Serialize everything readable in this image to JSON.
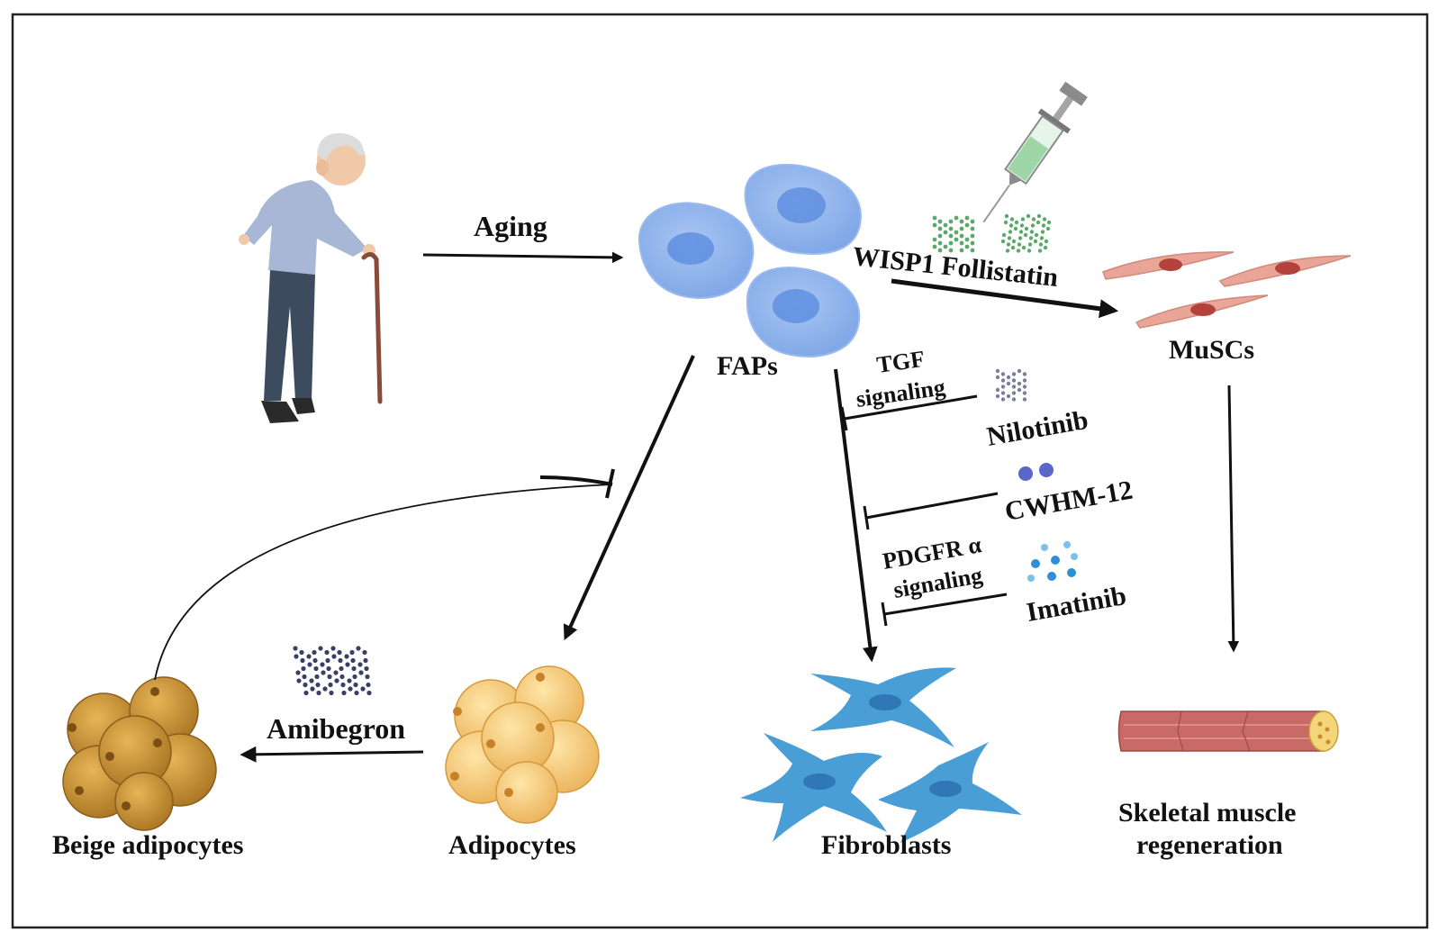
{
  "labels": {
    "aging": "Aging",
    "faps": "FAPs",
    "wisp1_follistatin": "WISP1 Follistatin",
    "muscs": "MuSCs",
    "tgf_line1": "TGF",
    "tgf_line2": "signaling",
    "nilotinib": "Nilotinib",
    "cwhm12": "CWHM-12",
    "pdgfr_line1": "PDGFR α",
    "pdgfr_line2": "signaling",
    "imatinib": "Imatinib",
    "amibegron": "Amibegron",
    "beige_adipocytes": "Beige adipocytes",
    "adipocytes": "Adipocytes",
    "fibroblasts": "Fibroblasts",
    "skeletal_line1": "Skeletal muscle",
    "skeletal_line2": "regeneration"
  },
  "colors": {
    "frame": "#222222",
    "arrow": "#111111",
    "fap_cell": "#8fb4ec",
    "fap_nucleus": "#5f8fe0",
    "musc_cell": "#e8a598",
    "musc_nucleus": "#b3433a",
    "fibroblast": "#4a9ed6",
    "fibroblast_nucleus": "#2f78b5",
    "adipocyte": "#f2c067",
    "beige_adipocyte": "#c8912f",
    "muscle": "#c96a66",
    "muscle_end": "#f4d67a",
    "syringe_fluid": "#9ed6a8",
    "wisp_dots": "#5aa86a",
    "nilotinib_dots": "#7a7f99",
    "cwhm_dots": "#5a66c8",
    "imatinib_dots": "#2f8fd6",
    "amibegron_dots": "#3a3f66",
    "shirt": "#a9b7d6",
    "trousers": "#3d4b5e",
    "skin": "#f0c9a8",
    "hair": "#d9d9d9",
    "cane": "#8a4a3a"
  },
  "icons": [
    "elderly-person-icon",
    "fap-cell-icon",
    "syringe-icon",
    "musc-cell-icon",
    "fibroblast-cell-icon",
    "adipocyte-cluster-icon",
    "beige-adipocyte-cluster-icon",
    "muscle-fiber-icon",
    "drug-dots-icon"
  ]
}
